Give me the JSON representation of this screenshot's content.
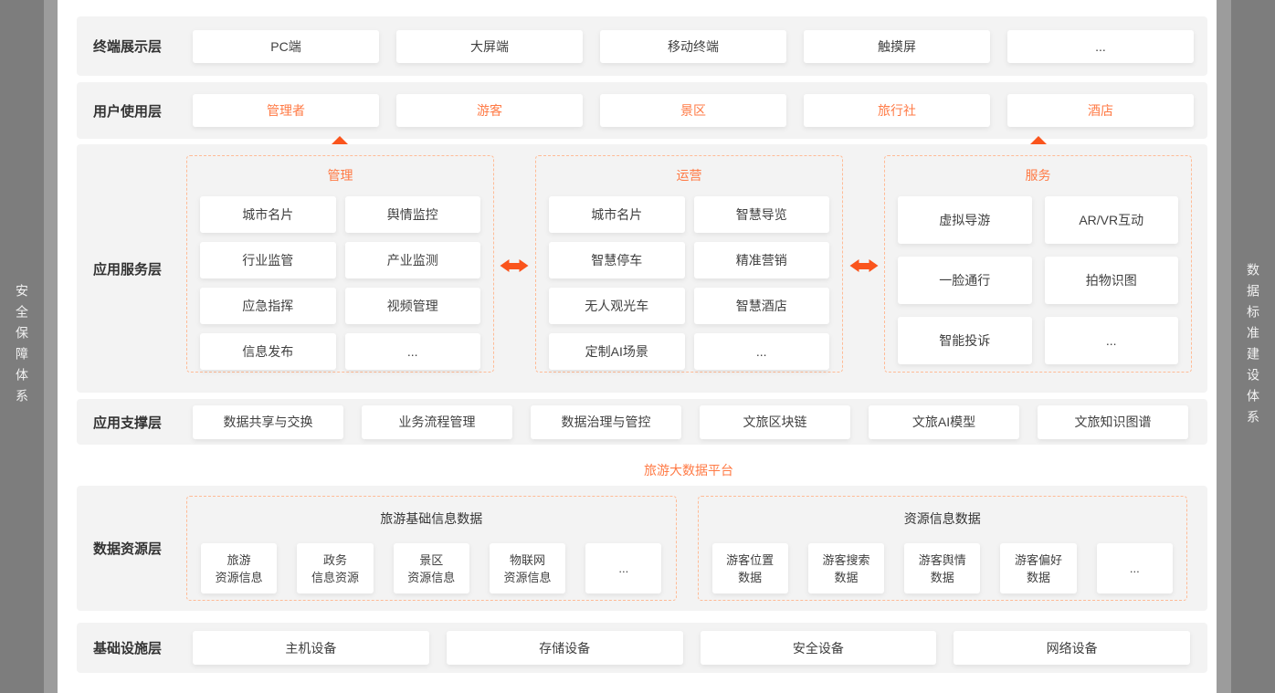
{
  "colors": {
    "accent_text": "#ff7a45",
    "accent_strong": "#fa541c",
    "dashed_border": "#ffbb96",
    "layer_background": "#f3f3f3",
    "sidebar_background": "#7d7d7d",
    "canvas_background": "#9c9c9c"
  },
  "sidebars": {
    "left": "安全保障体系",
    "right": "数据标准建设体系"
  },
  "terminal_layer": {
    "label": "终端展示层",
    "items": [
      "PC端",
      "大屏端",
      "移动终端",
      "触摸屏",
      "..."
    ]
  },
  "user_layer": {
    "label": "用户使用层",
    "items": [
      "管理者",
      "游客",
      "景区",
      "旅行社",
      "酒店"
    ]
  },
  "app_service_layer": {
    "label": "应用服务层",
    "management": {
      "title": "管理",
      "items": [
        "城市名片",
        "舆情监控",
        "行业监管",
        "产业监测",
        "应急指挥",
        "视频管理",
        "信息发布",
        "..."
      ]
    },
    "operation": {
      "title": "运营",
      "items": [
        "城市名片",
        "智慧导览",
        "智慧停车",
        "精准营销",
        "无人观光车",
        "智慧酒店",
        "定制AI场景",
        "..."
      ]
    },
    "service": {
      "title": "服务",
      "items": [
        "虚拟导游",
        "AR/VR互动",
        "一脸通行",
        "拍物识图",
        "智能投诉",
        "..."
      ]
    }
  },
  "app_support_layer": {
    "label": "应用支撑层",
    "items": [
      "数据共享与交换",
      "业务流程管理",
      "数据治理与管控",
      "文旅区块链",
      "文旅AI模型",
      "文旅知识图谱"
    ]
  },
  "platform_label": "旅游大数据平台",
  "data_resource_layer": {
    "label": "数据资源层",
    "basic_group": {
      "title": "旅游基础信息数据",
      "items": [
        {
          "line1": "旅游",
          "line2": "资源信息"
        },
        {
          "line1": "政务",
          "line2": "信息资源"
        },
        {
          "line1": "景区",
          "line2": "资源信息"
        },
        {
          "line1": "物联网",
          "line2": "资源信息"
        },
        {
          "line1": "...",
          "line2": ""
        }
      ]
    },
    "resource_group": {
      "title": "资源信息数据",
      "items": [
        {
          "line1": "游客位置",
          "line2": "数据"
        },
        {
          "line1": "游客搜索",
          "line2": "数据"
        },
        {
          "line1": "游客舆情",
          "line2": "数据"
        },
        {
          "line1": "游客偏好",
          "line2": "数据"
        },
        {
          "line1": "...",
          "line2": ""
        }
      ]
    }
  },
  "infrastructure_layer": {
    "label": "基础设施层",
    "items": [
      "主机设备",
      "存储设备",
      "安全设备",
      "网络设备"
    ]
  }
}
